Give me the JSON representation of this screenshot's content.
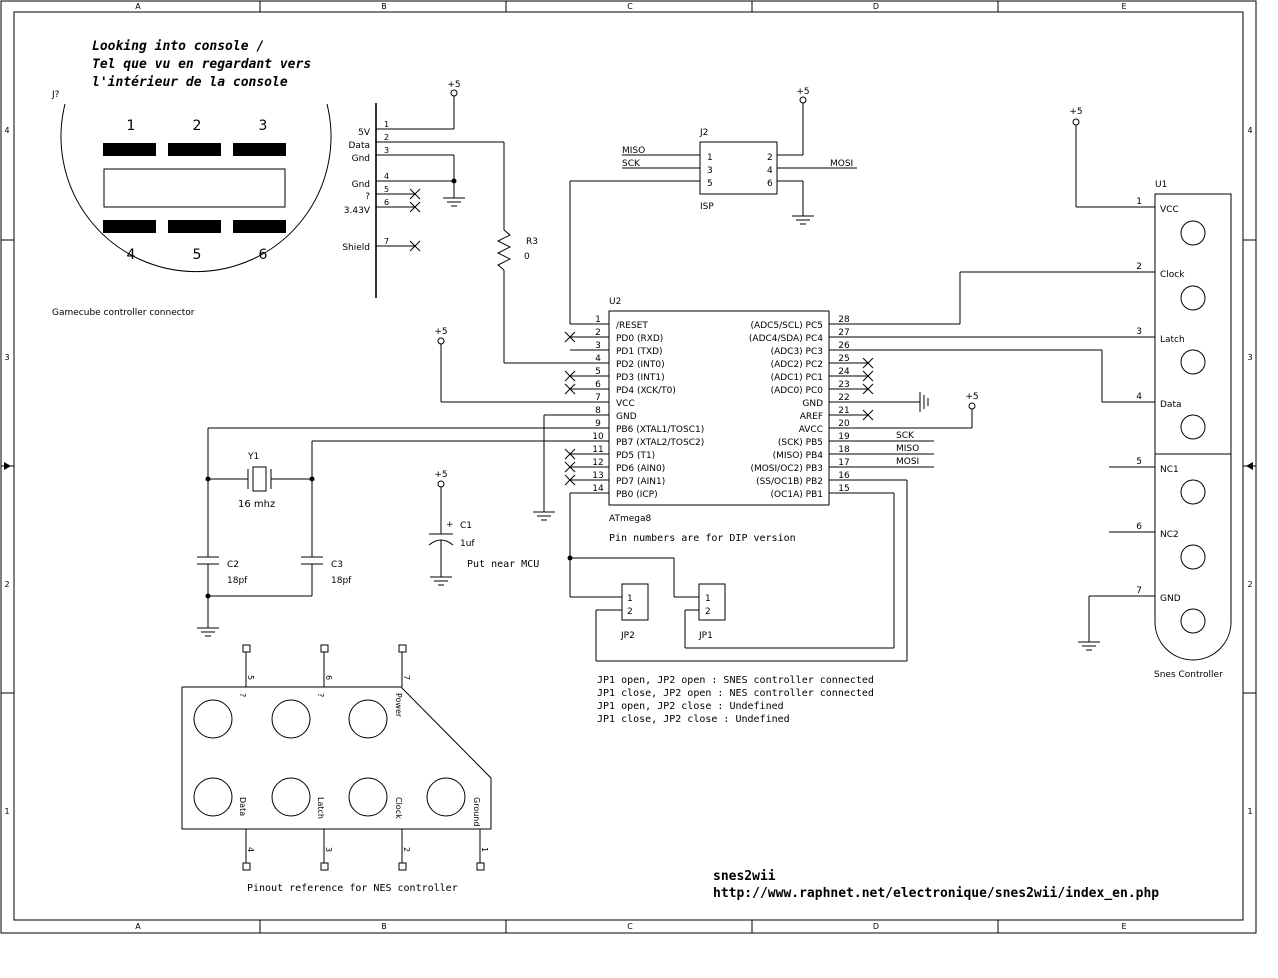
{
  "frame": {
    "columns": [
      "A",
      "B",
      "C",
      "D",
      "E"
    ],
    "rows": [
      "4",
      "3",
      "2",
      "1"
    ]
  },
  "gc": {
    "title": [
      "Looking into console /",
      "Tel que vu en regardant vers",
      "l'intérieur de la console"
    ],
    "ref": "J?",
    "pins_top": [
      "1",
      "2",
      "3"
    ],
    "pins_bottom": [
      "4",
      "5",
      "6"
    ],
    "caption": "Gamecube controller connector",
    "plus5": "+5",
    "pins": [
      {
        "num": "1",
        "label": "5V"
      },
      {
        "num": "2",
        "label": "Data"
      },
      {
        "num": "3",
        "label": "Gnd"
      },
      {
        "num": "4",
        "label": "Gnd"
      },
      {
        "num": "5",
        "label": "?"
      },
      {
        "num": "6",
        "label": "3.43V"
      },
      {
        "num": "7",
        "label": "Shield"
      }
    ]
  },
  "r3": {
    "ref": "R3",
    "value": "0"
  },
  "isp": {
    "ref": "J2",
    "name": "ISP",
    "plus5": "+5",
    "pins": [
      "1",
      "2",
      "3",
      "4",
      "5",
      "6"
    ],
    "nets": {
      "miso": "MISO",
      "sck": "SCK",
      "mosi": "MOSI"
    }
  },
  "mcu": {
    "ref": "U2",
    "part": "ATmega8",
    "note": "Pin numbers are for DIP version",
    "plus5_left": "+5",
    "plus5_right": "+5",
    "left_pins": [
      {
        "n": "1",
        "name": "/RESET"
      },
      {
        "n": "2",
        "name": "PD0 (RXD)"
      },
      {
        "n": "3",
        "name": "PD1 (TXD)"
      },
      {
        "n": "4",
        "name": "PD2 (INT0)"
      },
      {
        "n": "5",
        "name": "PD3 (INT1)"
      },
      {
        "n": "6",
        "name": "PD4 (XCK/T0)"
      },
      {
        "n": "7",
        "name": "VCC"
      },
      {
        "n": "8",
        "name": "GND"
      },
      {
        "n": "9",
        "name": "PB6 (XTAL1/TOSC1)"
      },
      {
        "n": "10",
        "name": "PB7 (XTAL2/TOSC2)"
      },
      {
        "n": "11",
        "name": "PD5 (T1)"
      },
      {
        "n": "12",
        "name": "PD6 (AIN0)"
      },
      {
        "n": "13",
        "name": "PD7 (AIN1)"
      },
      {
        "n": "14",
        "name": "PB0 (ICP)"
      }
    ],
    "right_pins": [
      {
        "n": "28",
        "name": "(ADC5/SCL) PC5"
      },
      {
        "n": "27",
        "name": "(ADC4/SDA) PC4"
      },
      {
        "n": "26",
        "name": "(ADC3) PC3"
      },
      {
        "n": "25",
        "name": "(ADC2) PC2"
      },
      {
        "n": "24",
        "name": "(ADC1) PC1"
      },
      {
        "n": "23",
        "name": "(ADC0) PC0"
      },
      {
        "n": "22",
        "name": "GND"
      },
      {
        "n": "21",
        "name": "AREF"
      },
      {
        "n": "20",
        "name": "AVCC"
      },
      {
        "n": "19",
        "name": "(SCK) PB5"
      },
      {
        "n": "18",
        "name": "(MISO) PB4"
      },
      {
        "n": "17",
        "name": "(MOSI/OC2) PB3"
      },
      {
        "n": "16",
        "name": "(SS/OC1B) PB2"
      },
      {
        "n": "15",
        "name": "(OC1A) PB1"
      }
    ],
    "nets": {
      "sck": "SCK",
      "miso": "MISO",
      "mosi": "MOSI"
    }
  },
  "crystal": {
    "ref": "Y1",
    "value": "16 mhz"
  },
  "c2": {
    "ref": "C2",
    "value": "18pf"
  },
  "c3": {
    "ref": "C3",
    "value": "18pf"
  },
  "c1": {
    "ref": "C1",
    "value": "1uf",
    "plus": "+",
    "plus5": "+5",
    "note": "Put near MCU"
  },
  "jp": {
    "jp2": "JP2",
    "jp1": "JP1",
    "p1": "1",
    "p2": "2",
    "notes": [
      "JP1 open, JP2 open : SNES controller connected",
      "JP1 close, JP2 open : NES controller connected",
      "JP1 open, JP2 close : Undefined",
      "JP1 close, JP2 close : Undefined"
    ]
  },
  "snes": {
    "ref": "U1",
    "caption": "Snes Controller",
    "plus5": "+5",
    "pins": [
      {
        "n": "1",
        "label": "VCC"
      },
      {
        "n": "2",
        "label": "Clock"
      },
      {
        "n": "3",
        "label": "Latch"
      },
      {
        "n": "4",
        "label": "Data"
      },
      {
        "n": "5",
        "label": "NC1"
      },
      {
        "n": "6",
        "label": "NC2"
      },
      {
        "n": "7",
        "label": "GND"
      }
    ]
  },
  "nes": {
    "caption": "Pinout reference for NES controller",
    "top_pins": [
      {
        "n": "5",
        "label": "?"
      },
      {
        "n": "6",
        "label": "?"
      },
      {
        "n": "7",
        "label": "Power"
      }
    ],
    "bottom_pins": [
      {
        "n": "4",
        "label": "Data"
      },
      {
        "n": "3",
        "label": "Latch"
      },
      {
        "n": "2",
        "label": "Clock"
      },
      {
        "n": "1",
        "label": "Ground"
      }
    ]
  },
  "footer": {
    "title": "snes2wii",
    "url": "http://www.raphnet.net/electronique/snes2wii/index_en.php"
  }
}
